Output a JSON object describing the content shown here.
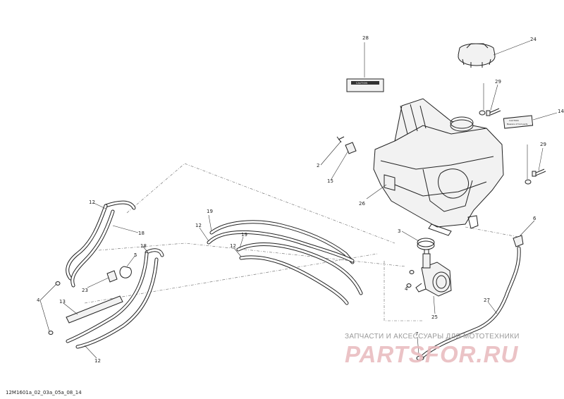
{
  "callouts": {
    "c2": "2",
    "c3": "3",
    "c4a": "4",
    "c4b": "4",
    "c5": "5",
    "c6": "6",
    "c7": "7",
    "c12a": "12",
    "c12b": "12",
    "c12c": "12",
    "c13": "13",
    "c14": "14",
    "c15": "15",
    "c18a": "18",
    "c18b": "18",
    "c19a": "19",
    "c19b": "19",
    "c23": "23",
    "c24": "24",
    "c25": "25",
    "c26": "26",
    "c27": "27",
    "c28": "28",
    "c29a": "29",
    "c29b": "29"
  },
  "labels": {
    "sticker_28": "CAUTION",
    "sticker_14_line1": "CAUTION",
    "sticker_14_line2": "Beware of hot parts"
  },
  "footer": {
    "drawing_code": "12M1601a_02_03a_05a_08_14"
  },
  "watermark": {
    "tagline": "ЗАПЧАСТИ И АКСЕССУАРЫ ДЛЯ МОТОТЕХНИКИ",
    "brand": "PARTSFOR.RU"
  }
}
